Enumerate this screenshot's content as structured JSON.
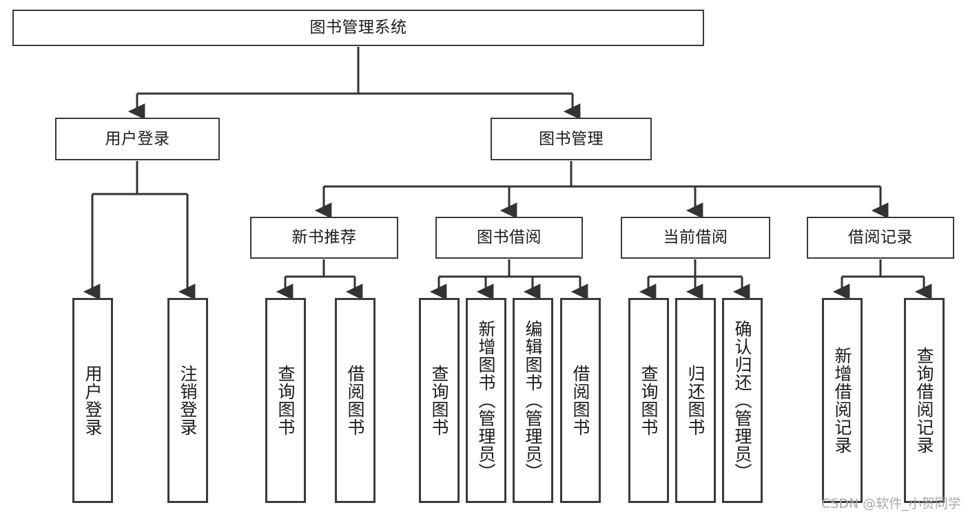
{
  "diagram": {
    "title": "图书管理系统",
    "type": "tree-hierarchy",
    "watermark": "CSDN @软件_小贺同学",
    "colors": {
      "background": "#ffffff",
      "box_border": "#3a3a3a",
      "box_fill": "#ffffff",
      "text": "#1b1b1b",
      "edge": "#333333",
      "watermark": "#a8a8a8"
    },
    "root": {
      "label": "图书管理系统"
    },
    "level1": [
      {
        "label": "用户登录"
      },
      {
        "label": "图书管理"
      }
    ],
    "level2": [
      {
        "label": "新书推荐"
      },
      {
        "label": "图书借阅"
      },
      {
        "label": "当前借阅"
      },
      {
        "label": "借阅记录"
      }
    ],
    "leaves": {
      "user_login": [
        {
          "label": "用户登录"
        },
        {
          "label": "注销登录"
        }
      ],
      "new_book_recommend": [
        {
          "label": "查询图书"
        },
        {
          "label": "借阅图书"
        }
      ],
      "book_borrow": [
        {
          "label": "查询图书"
        },
        {
          "label": "新增图书（管理员）"
        },
        {
          "label": "编辑图书（管理员）"
        },
        {
          "label": "借阅图书"
        }
      ],
      "current_borrow": [
        {
          "label": "查询图书"
        },
        {
          "label": "归还图书"
        },
        {
          "label": "确认归还（管理员）"
        }
      ],
      "borrow_record": [
        {
          "label": "新增借阅记录"
        },
        {
          "label": "查询借阅记录"
        }
      ]
    }
  }
}
